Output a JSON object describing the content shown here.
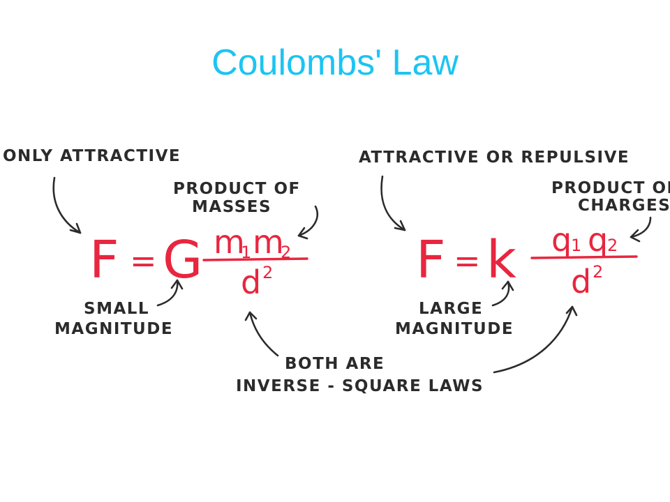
{
  "title": "Coulombs' Law",
  "colors": {
    "title": "#1cc4f2",
    "equation": "#e8263f",
    "annotation": "#2b2b2b"
  },
  "gravity": {
    "annotation_top": "ONLY ATTRACTIVE",
    "annotation_numerator": [
      "PRODUCT OF",
      "MASSES"
    ],
    "annotation_constant": [
      "SMALL",
      "MAGNITUDE"
    ],
    "equation": {
      "force": "F",
      "equals": "=",
      "constant": "G",
      "num_1": "m",
      "num_1_sub": "1",
      "num_2": "m",
      "num_2_sub": "2",
      "den": "d",
      "den_exp": "2"
    }
  },
  "electric": {
    "annotation_top": "ATTRACTIVE OR REPULSIVE",
    "annotation_numerator": [
      "PRODUCT OF",
      "CHARGES"
    ],
    "annotation_constant": [
      "LARGE",
      "MAGNITUDE"
    ],
    "equation": {
      "force": "F",
      "equals": "=",
      "constant": "k",
      "num_1": "q",
      "num_1_sub": "1",
      "num_2": "q",
      "num_2_sub": "2",
      "den": "d",
      "den_exp": "2"
    }
  },
  "shared_annotation": [
    "BOTH ARE",
    "INVERSE - SQUARE LAWS"
  ]
}
